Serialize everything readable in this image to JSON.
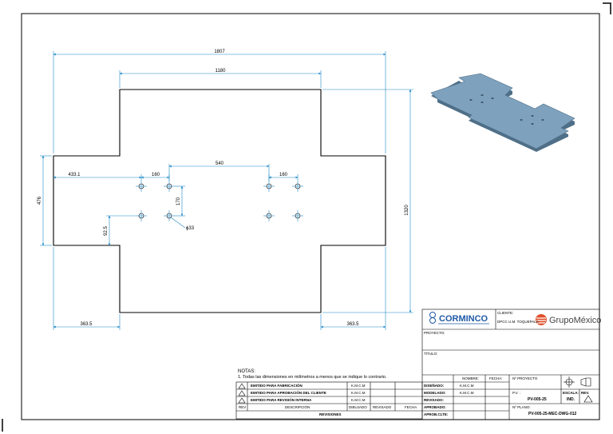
{
  "colors": {
    "dimension": "#1e88c7",
    "part_3d": "#7ea1bd",
    "part_3d_edge": "#4f6f88",
    "brand_orange": "#e0502c",
    "brand_blue": "#1f5aa6"
  },
  "dimensions": {
    "overall_width": "1807",
    "top_width": "1180",
    "hole_center_span": "540",
    "hole_x_left": "433.1",
    "hole_pitch_left": "160",
    "hole_pitch_right": "160",
    "hole_pitch_vertical": "170",
    "hole_diameter": "ϕ33",
    "hole_y_offset": "92.5",
    "arm_height": "476",
    "overall_height": "1320",
    "bottom_left_width": "363.5",
    "bottom_right_width": "363.5"
  },
  "notes": {
    "title": "NOTAS:",
    "items": [
      "1.    Todas las dimensiones en milímetros a menos que se indique lo contrario."
    ]
  },
  "revisions": {
    "rows": [
      {
        "rev": "",
        "desc": "EMITIDO PARA FABRICACIÓN",
        "drawn": "K.M.C.M"
      },
      {
        "rev": "",
        "desc": "EMITIDO PARA APROBACIÓN DEL CLIENTE",
        "drawn": "K.M.C.M"
      },
      {
        "rev": "",
        "desc": "EMITIDO PARA REVISIÓN INTERNA",
        "drawn": "K.M.C.M"
      }
    ],
    "headers": {
      "rev": "REV",
      "desc": "DESCRIPCIÓN",
      "drawn": "DIBUJADO",
      "reviewed": "REVISADO",
      "date": "FECHA"
    },
    "footer": "REVISIONES"
  },
  "title_block": {
    "company": "CORMINCO",
    "client_label": "CLIENTE:",
    "client_value": "DPCC U.M. TOQUEPALA",
    "client_logo": "GrupoMéxico",
    "project_label": "PROYECTO:",
    "title_label": "TÍTULO:",
    "name_header": "NOMBRE:",
    "date_header": "FECHA:",
    "roles": [
      {
        "label": "DISEÑADO:",
        "name": "K.M.C.M"
      },
      {
        "label": "MODELADO:",
        "name": "K.M.C.M"
      },
      {
        "label": "REVISADO:",
        "name": ""
      },
      {
        "label": "APROBADO:",
        "name": ""
      },
      {
        "label": "APROB.CLTE:",
        "name": ""
      }
    ],
    "project_no_label": "Nº PROYECTO",
    "pv_label": "P.V. :",
    "pv_value": "PV-005-25",
    "scale_label": "ESCALA:",
    "scale_value": "IND.",
    "rev_label": "REV.",
    "plan_label": "Nº PLANO:",
    "plan_value": "PV-005-25-MEC-DWG-012"
  }
}
